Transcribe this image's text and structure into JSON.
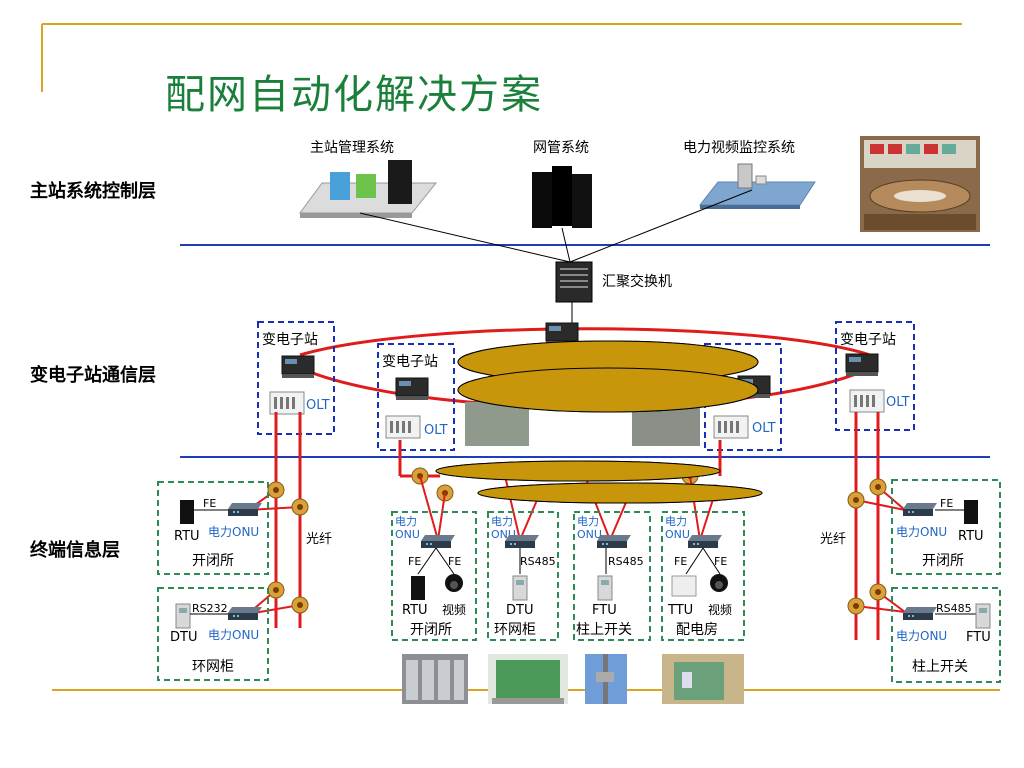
{
  "title": "配网自动化解决方案",
  "layers": {
    "master": "主站系统控制层",
    "substation": "变电子站通信层",
    "terminal": "终端信息层"
  },
  "systems": {
    "master_mgmt": "主站管理系统",
    "netmgmt": "网管系统",
    "video": "电力视频监控系统"
  },
  "switch_label": "汇聚交换机",
  "substation_label": "变电子站",
  "olt": "OLT",
  "fiber": "光纤",
  "onu": "电力ONU",
  "onu_short": "电力",
  "onu_short2": "ONU",
  "fe": "FE",
  "rs232": "RS232",
  "rs485": "RS485",
  "rtu": "RTU",
  "dtu": "DTU",
  "ftu": "FTU",
  "ttu": "TTU",
  "video_cam": "视频",
  "sites": {
    "kbs": "开闭所",
    "hwg": "环网柜",
    "pole": "柱上开关",
    "pdf": "配电房"
  },
  "colors": {
    "title": "#1a7f3a",
    "ring": "#e01b1b",
    "ellipse": "#c8960a",
    "dash_blue": "#1a2fb8",
    "dash_green": "#2e8b57",
    "line_blue": "#1f3cbf",
    "gold_rule": "#d9a520"
  }
}
